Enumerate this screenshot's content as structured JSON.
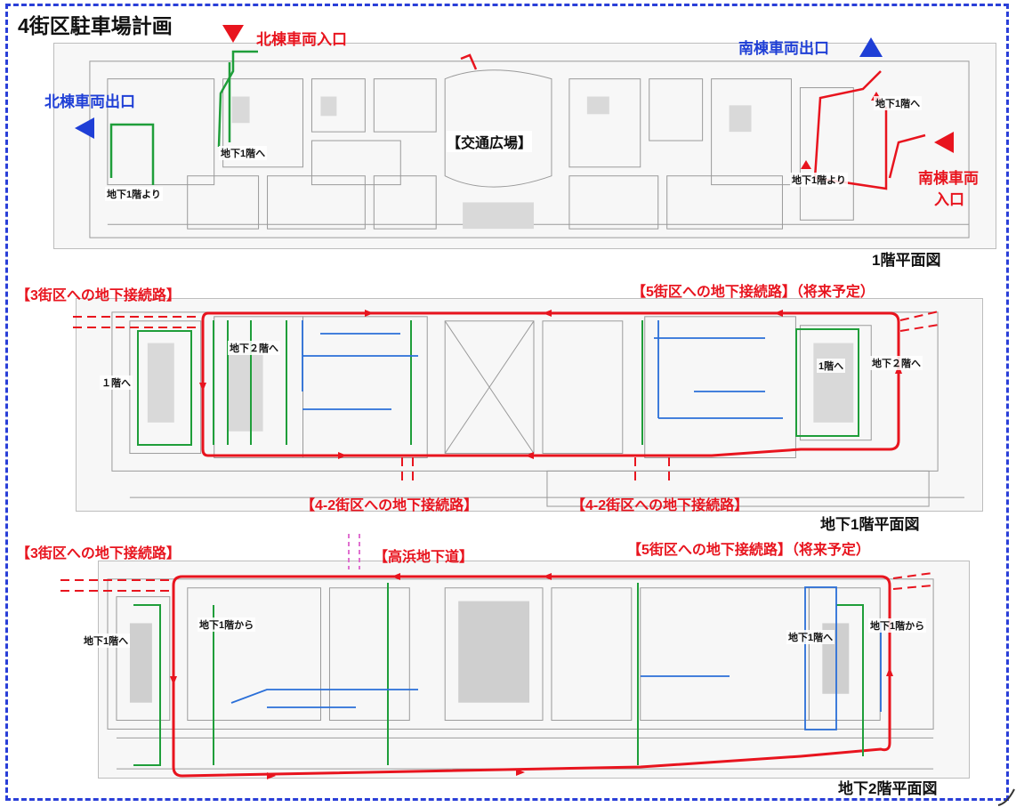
{
  "title": "4街区駐車場計画",
  "floor1": {
    "name": "1階平面図",
    "north_entry": "北棟車両入口",
    "north_exit": "北棟車両出口",
    "south_exit": "南棟車両出口",
    "south_entry_line1": "南棟車両",
    "south_entry_line2": "入口",
    "plaza": "【交通広場】",
    "to_b1_a": "地下1階へ",
    "from_b1_a": "地下1階より",
    "to_b1_b": "地下1階へ",
    "from_b1_b": "地下1階より"
  },
  "basement1": {
    "name": "地下1階平面図",
    "link_block3": "【3街区への地下接続路】",
    "link_block5": "【5街区への地下接続路】（将来予定）",
    "link_42_a": "【4-2街区への地下接続路】",
    "link_42_b": "【4-2街区への地下接続路】",
    "to_b2_left": "地下２階へ",
    "to_f1_left": "１階へ",
    "to_f1_right": "1階へ",
    "to_b2_right": "地下２階へ"
  },
  "basement2": {
    "name": "地下2階平面図",
    "link_block3": "【3街区への地下接続路】",
    "link_block5": "【5街区への地下接続路】（将来予定）",
    "takahama": "【高浜地下道】",
    "to_b1_left": "地下1階へ",
    "from_b1_left": "地下1階から",
    "to_b1_right": "地下1階へ",
    "from_b1_right": "地下1階から"
  },
  "colors": {
    "frame": "#2a3fd8",
    "red_route": "#e8141e",
    "green_route": "#1f9e3a",
    "blue_route": "#2a6fd8",
    "blue_label": "#1f3fd6",
    "pink_route": "#e070d0"
  },
  "icons": {
    "entry": "red-triangle-icon",
    "exit": "blue-triangle-icon"
  }
}
